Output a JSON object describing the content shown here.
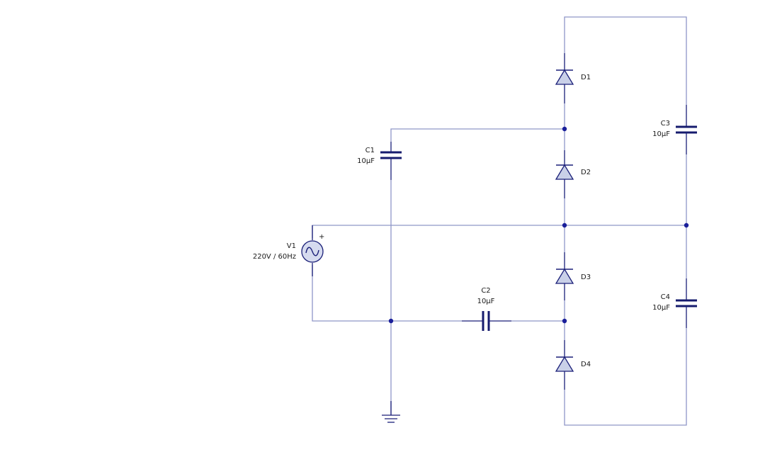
{
  "components": {
    "V1": {
      "name": "V1",
      "value": "220V / 60Hz",
      "polarity": "+"
    },
    "C1": {
      "name": "C1",
      "value": "10µF"
    },
    "C2": {
      "name": "C2",
      "value": "10µF"
    },
    "C3": {
      "name": "C3",
      "value": "10µF"
    },
    "C4": {
      "name": "C4",
      "value": "10µF"
    },
    "D1": {
      "name": "D1"
    },
    "D2": {
      "name": "D2"
    },
    "D3": {
      "name": "D3"
    },
    "D4": {
      "name": "D4"
    }
  },
  "colors": {
    "wire": "#8f96c8",
    "component": "#1a1f78",
    "junction": "#1a1f9a",
    "background": "#ffffff"
  }
}
